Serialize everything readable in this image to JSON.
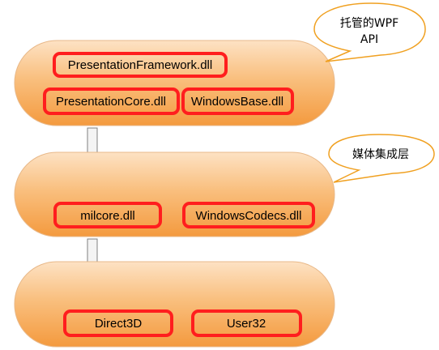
{
  "layers": [
    {
      "name": "managed-wpf-layer",
      "components": [
        "PresentationFramework.dll",
        "PresentationCore.dll",
        "WindowsBase.dll"
      ]
    },
    {
      "name": "media-integration-layer",
      "components": [
        "milcore.dll",
        "WindowsCodecs.dll"
      ]
    },
    {
      "name": "system-layer",
      "components": [
        "Direct3D",
        "User32"
      ]
    }
  ],
  "callouts": {
    "managed_wpf_api": [
      "托管的WPF",
      "API"
    ],
    "media_integration_layer": [
      "媒体集成层"
    ]
  },
  "colors": {
    "layer_fill_top": "#fde0c0",
    "layer_fill_bottom": "#f5a44c",
    "layer_stroke": "#e9b98a",
    "box_stroke": "#ff1e1e",
    "callout_stroke": "#f0a020",
    "arrow_fill": "#f2f2f2",
    "arrow_stroke": "#7f7f7f"
  }
}
